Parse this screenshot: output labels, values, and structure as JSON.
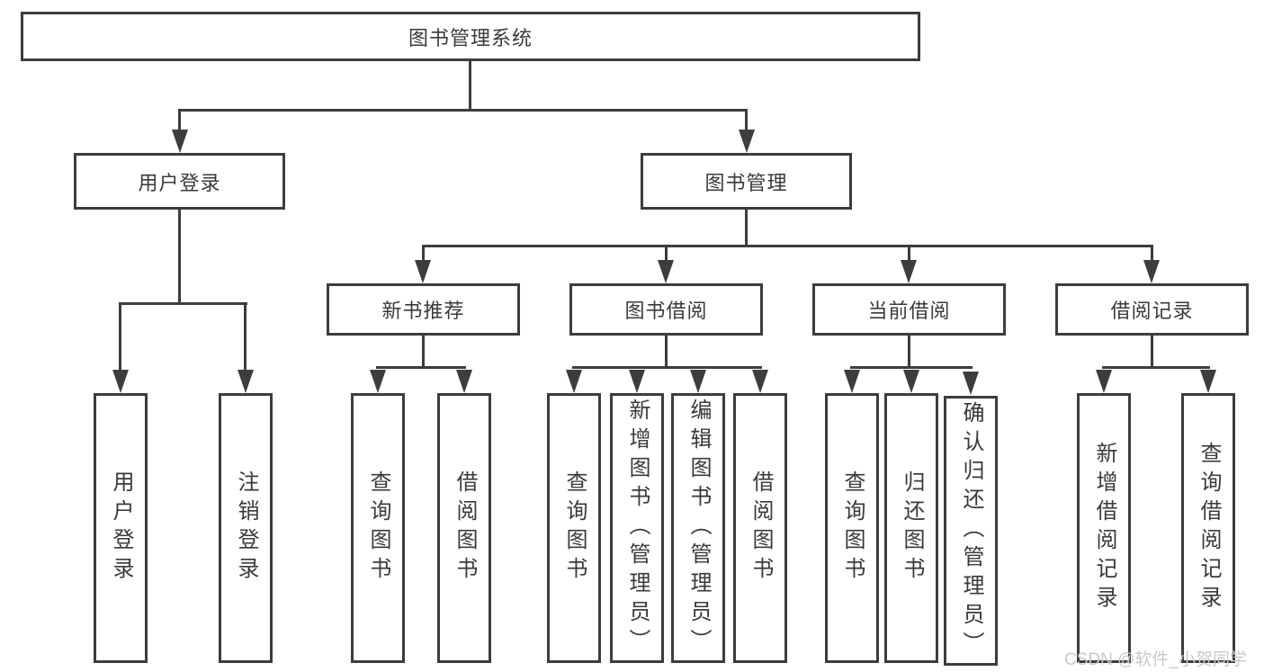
{
  "diagram": {
    "type": "hierarchy-tree",
    "root": {
      "label": "图书管理系统"
    },
    "level2": [
      {
        "label": "用户登录"
      },
      {
        "label": "图书管理"
      }
    ],
    "level3": [
      {
        "label": "新书推荐",
        "parent": "图书管理"
      },
      {
        "label": "图书借阅",
        "parent": "图书管理"
      },
      {
        "label": "当前借阅",
        "parent": "图书管理"
      },
      {
        "label": "借阅记录",
        "parent": "图书管理"
      }
    ],
    "leaves": {
      "user_login": [
        "用户登录",
        "注销登录"
      ],
      "new_books": [
        "查询图书",
        "借阅图书"
      ],
      "book_borrow": [
        "查询图书",
        "新增图书（管理员）",
        "编辑图书（管理员）",
        "借阅图书"
      ],
      "current_borrow": [
        "查询图书",
        "归还图书",
        "确认归还（管理员）"
      ],
      "borrow_records": [
        "新增借阅记录",
        "查询借阅记录"
      ]
    }
  },
  "watermark": {
    "text": "CSDN @软件_小贺同学"
  },
  "colors": {
    "line": "#3d3d3d",
    "text": "#3a3a3a",
    "background": "#ffffff",
    "watermark": "#c9c9c9"
  }
}
